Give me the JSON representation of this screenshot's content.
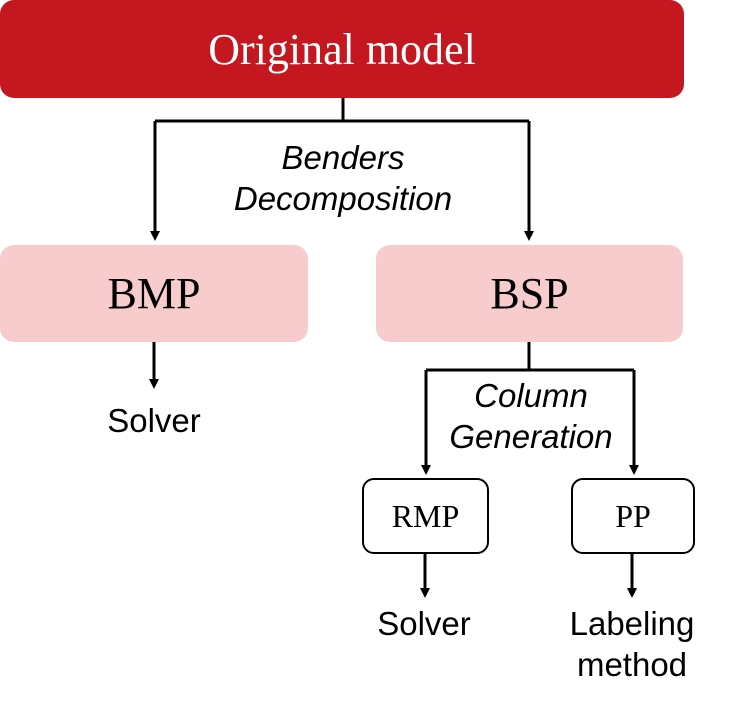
{
  "nodes": {
    "original_model": "Original model",
    "bmp": "BMP",
    "bsp": "BSP",
    "rmp": "RMP",
    "pp": "PP"
  },
  "edge_labels": {
    "benders": "Benders Decomposition",
    "column_generation": "Column Generation"
  },
  "leaf_labels": {
    "bmp_solver": "Solver",
    "rmp_solver": "Solver",
    "pp_method": "Labeling method"
  },
  "colors": {
    "main_fill": "#c5171f",
    "pink_fill": "#f8cbcd",
    "line": "#000000"
  }
}
